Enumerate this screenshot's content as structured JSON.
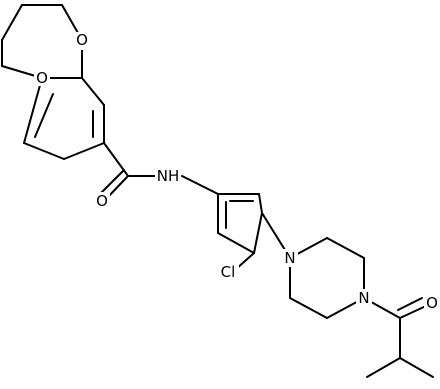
{
  "structure": {
    "atoms": {
      "o_dioxane_top": "O",
      "o_dioxane_left": "O",
      "o_carbonyl_amide": "O",
      "nh_amide": "NH",
      "cl": "Cl",
      "n_piperazine_aryl": "N",
      "n_piperazine_acyl": "N",
      "o_carbonyl_isobutyryl": "O"
    }
  },
  "colors": {
    "bond": "#000000",
    "label": "#000000",
    "background": "#ffffff"
  }
}
